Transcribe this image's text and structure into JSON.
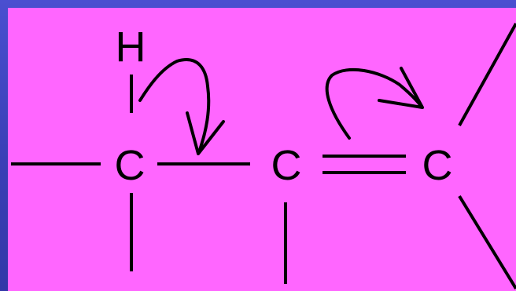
{
  "colors": {
    "background": "#3a40b8",
    "panel": "#ff66ff",
    "ink": "#000000"
  },
  "atoms": {
    "h": "H",
    "c1": "C",
    "c2": "C",
    "c3": "C"
  }
}
